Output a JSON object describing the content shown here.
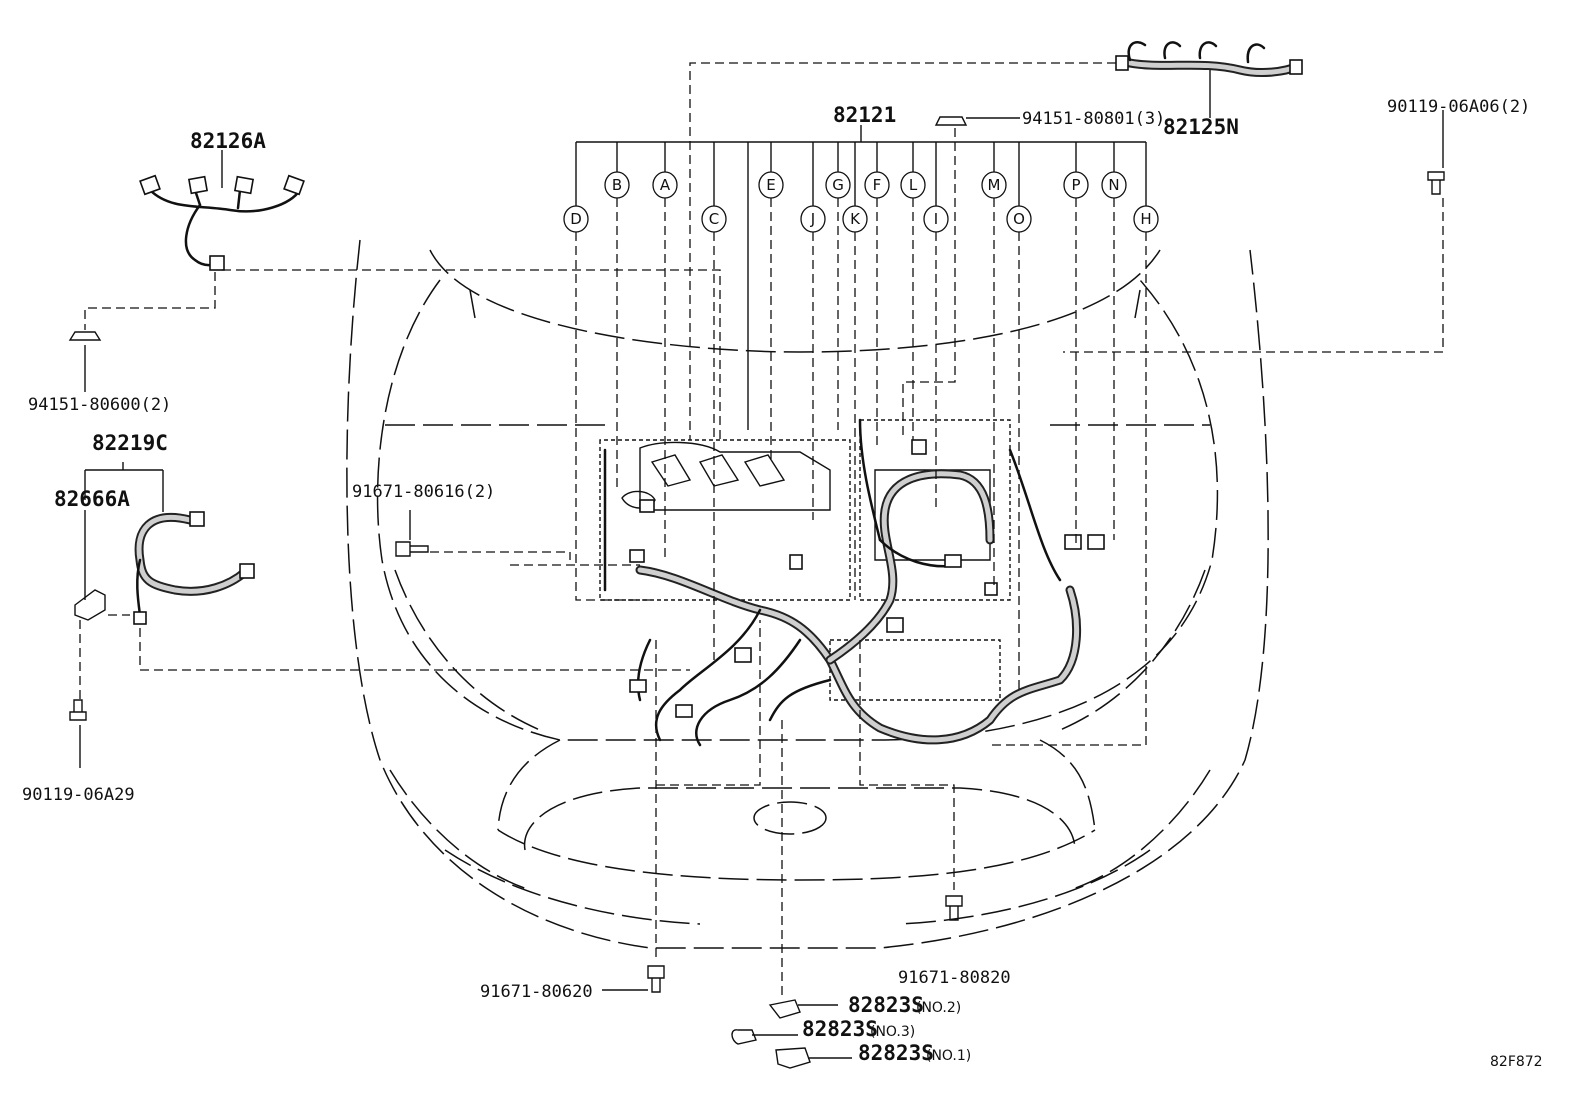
{
  "parts": {
    "p82126A": "82126A",
    "p94151_80600": "94151-80600(2)",
    "p82219C": "82219C",
    "p82666A": "82666A",
    "p90119_06A29": "90119-06A29",
    "p91671_80616": "91671-80616(2)",
    "p82121": "82121",
    "p94151_80801": "94151-80801(3)",
    "p82125N": "82125N",
    "p90119_06A06": "90119-06A06(2)",
    "p91671_80620": "91671-80620",
    "p91671_80820": "91671-80820",
    "p82823S_1": "82823S",
    "p82823S_2": "82823S",
    "p82823S_3": "82823S",
    "no2": "(NO.2)",
    "no3": "(NO.3)",
    "no1": "(NO.1)",
    "code": "82F872"
  },
  "callouts": {
    "A": "A",
    "B": "B",
    "C": "C",
    "D": "D",
    "E": "E",
    "F": "F",
    "G": "G",
    "H": "H",
    "I": "I",
    "J": "J",
    "K": "K",
    "L": "L",
    "M": "M",
    "N": "N",
    "O": "O",
    "P": "P"
  }
}
